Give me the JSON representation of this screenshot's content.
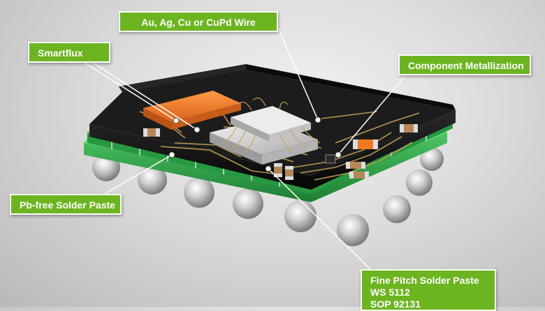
{
  "callouts": {
    "wire": "Au, Ag, Cu or CuPd Wire",
    "smartflux": "Smartflux",
    "metallization": "Component Metallization",
    "pb_free": "Pb-free Solder Paste",
    "fine_pitch": {
      "line1": "Fine Pitch Solder Paste",
      "line2": "WS 5112",
      "line3": "SOP 92131"
    }
  },
  "colors": {
    "callout_green": "#6cb521",
    "pcb_green": "#2fa54a",
    "mold_black": "#151515",
    "die_orange": "#f07a22",
    "die_silver": "#d7d7d7",
    "wire_gold": "#c9a55a"
  }
}
